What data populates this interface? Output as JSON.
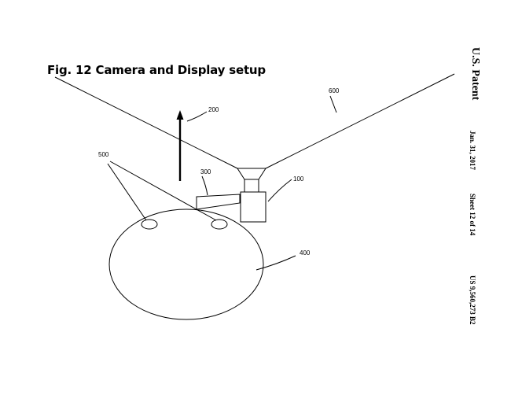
{
  "figure": {
    "title": "Fig. 12 Camera and Display setup"
  },
  "header": {
    "patent_label": "U.S. Patent",
    "date": "Jan. 31, 2017",
    "sheet": "Sheet 12 of 14",
    "patent_number": "US 9,560,273 B2"
  },
  "refs": {
    "r100": "100",
    "r200": "200",
    "r300": "300",
    "r400": "400",
    "r500": "500",
    "r600": "600"
  }
}
